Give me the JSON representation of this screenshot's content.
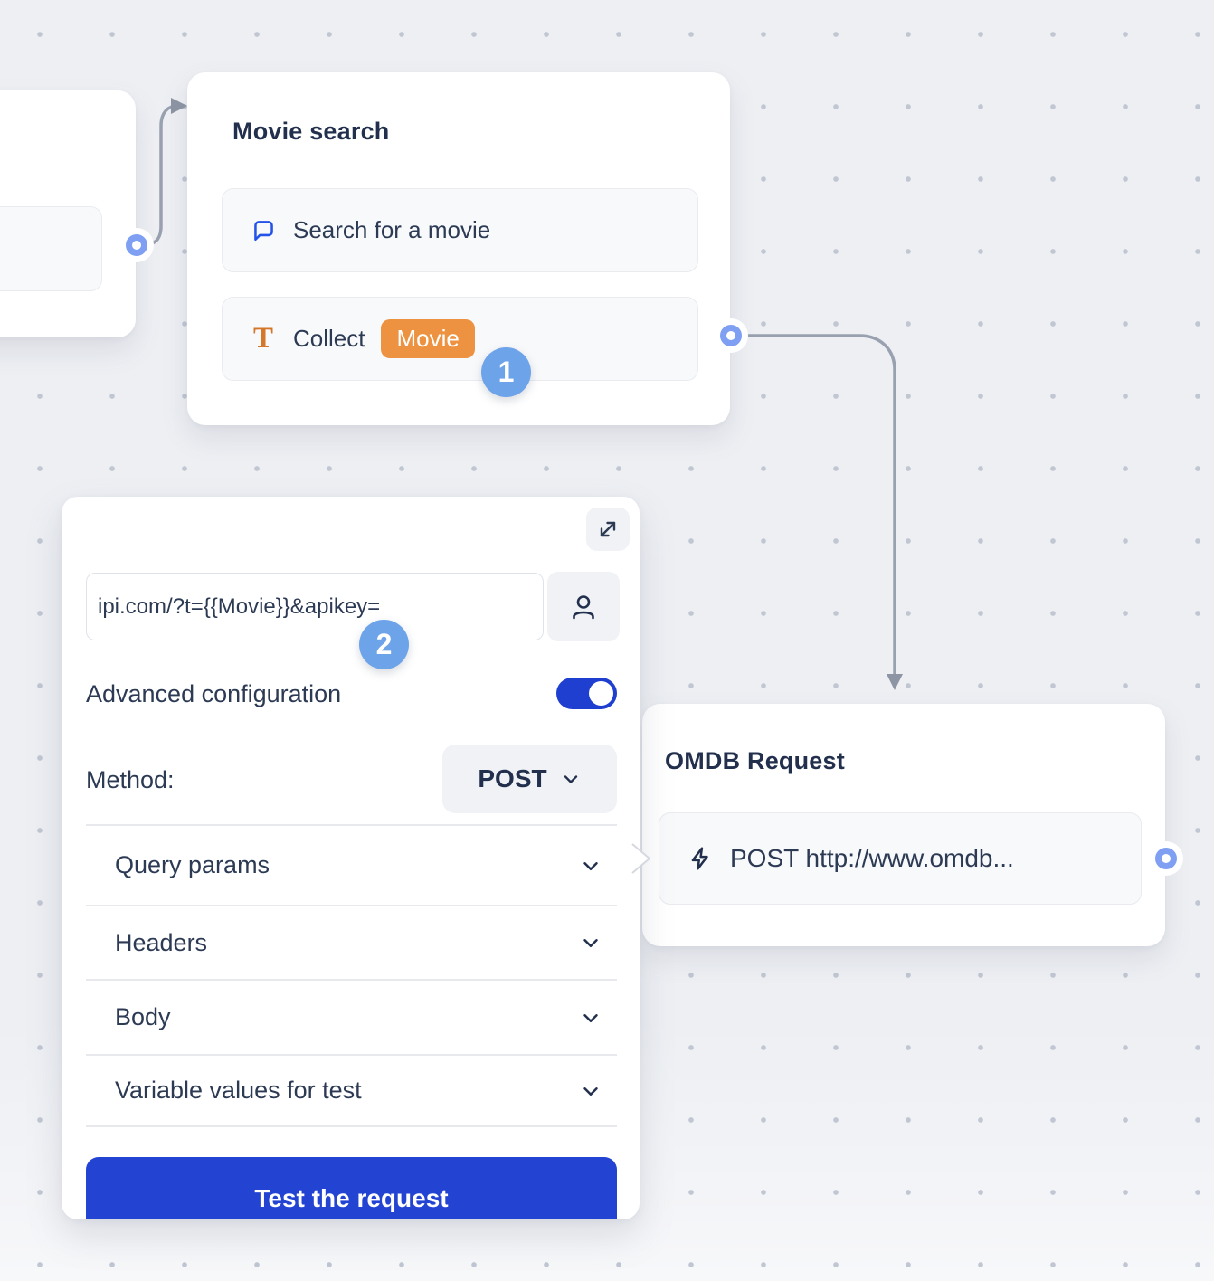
{
  "movie_search_node": {
    "title": "Movie search",
    "steps": [
      {
        "icon": "chat-bubble-icon",
        "label": "Search for a movie"
      },
      {
        "icon": "text-input-icon",
        "label": "Collect",
        "variable_chip": "Movie"
      }
    ]
  },
  "step_badges": {
    "one": "1",
    "two": "2"
  },
  "webhook_panel": {
    "expand_icon": "expand-icon",
    "url_input": {
      "value": "ipi.com/?t={{Movie}}&apikey="
    },
    "assign_button_icon": "person-icon",
    "advanced_configuration": {
      "label": "Advanced configuration",
      "enabled": true
    },
    "method": {
      "label": "Method:",
      "value": "POST"
    },
    "sections": [
      {
        "label": "Query params"
      },
      {
        "label": "Headers"
      },
      {
        "label": "Body"
      },
      {
        "label": "Variable values for test"
      }
    ],
    "test_button_label": "Test the request"
  },
  "omdb_node": {
    "title": "OMDB Request",
    "step": {
      "icon": "lightning-icon",
      "label": "POST http://www.omdb..."
    }
  },
  "colors": {
    "canvas_bg": "#edeff3",
    "accent_blue": "#2343d3",
    "toggle_blue": "#1e3fd0",
    "badge_blue": "#6da3e9",
    "variable_orange": "#ec9240",
    "icon_blue": "#2453e8",
    "connector_ring": "#7e9ff2",
    "connection_line": "#99a1b0"
  }
}
